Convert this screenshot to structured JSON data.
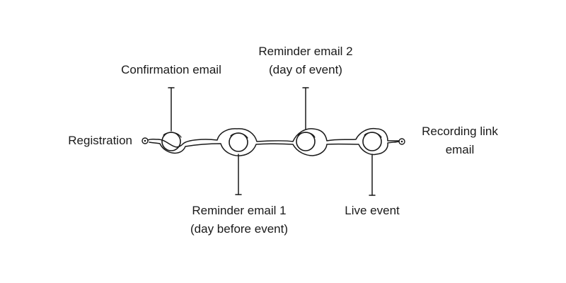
{
  "colors": {
    "stroke": "#1a1a1a",
    "text": "#1a1a1a",
    "background": "#ffffff"
  },
  "labels": {
    "registration": "Registration",
    "confirmation": "Confirmation email",
    "reminder2_line1": "Reminder email 2",
    "reminder2_line2": "(day of event)",
    "recording_line1": "Recording link",
    "recording_line2": "email",
    "reminder1_line1": "Reminder email 1",
    "reminder1_line2": "(day before event)",
    "live_event": "Live event"
  },
  "milestones": [
    {
      "label": "Confirmation email",
      "side": "top"
    },
    {
      "label": "Reminder email 1 (day before event)",
      "side": "bottom"
    },
    {
      "label": "Reminder email 2 (day of event)",
      "side": "top"
    },
    {
      "label": "Live event",
      "side": "bottom"
    }
  ]
}
